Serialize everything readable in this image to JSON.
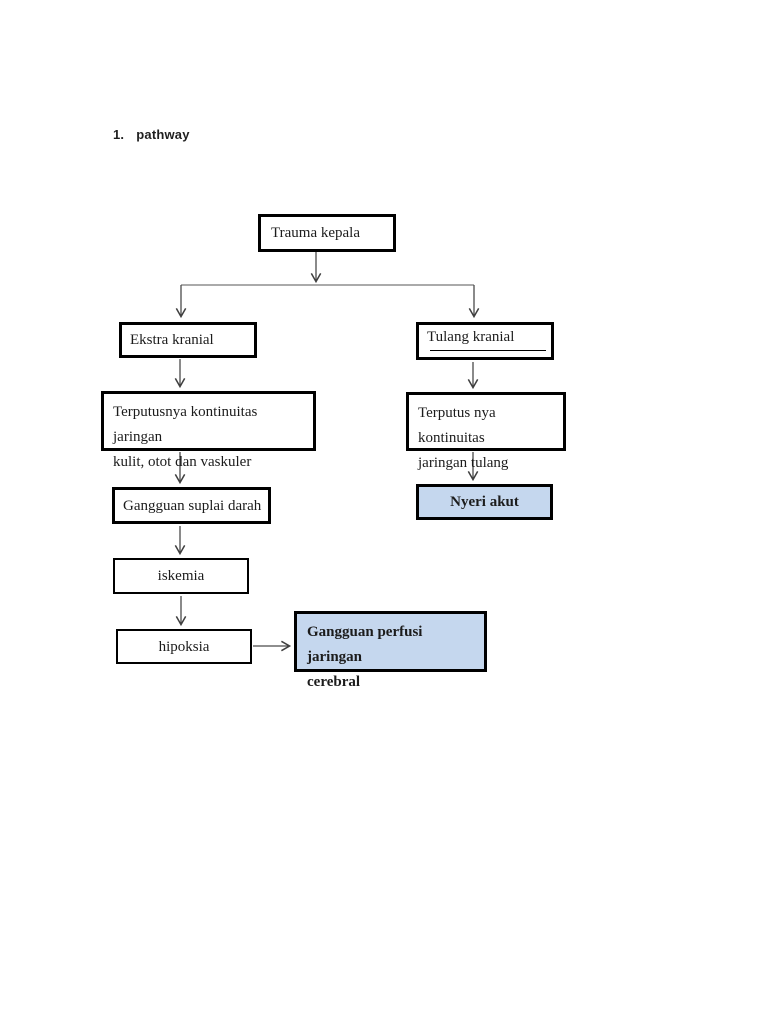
{
  "heading": {
    "number": "1.",
    "label": "pathway"
  },
  "diagram": {
    "title": "pathway",
    "nodes": {
      "trauma": {
        "label": "Trauma kepala",
        "highlighted": false
      },
      "ekstra": {
        "label": "Ekstra kranial",
        "highlighted": false
      },
      "tulang": {
        "label": "Tulang kranial",
        "highlighted": false,
        "has_underline": true
      },
      "terputus_kulit": {
        "lines": [
          "Terputusnya kontinuitas jaringan",
          "kulit, otot dan vaskuler"
        ],
        "highlighted": false
      },
      "terputus_tulang": {
        "lines": [
          "Terputus nya kontinuitas",
          "jaringan tulang"
        ],
        "highlighted": false
      },
      "suplai": {
        "label": "Gangguan suplai darah",
        "highlighted": false
      },
      "nyeri": {
        "label": "Nyeri akut",
        "highlighted": true
      },
      "iskemia": {
        "label": "iskemia",
        "highlighted": false
      },
      "hipoksia": {
        "label": "hipoksia",
        "highlighted": false
      },
      "perfusi": {
        "lines": [
          "Gangguan perfusi jaringan",
          "cerebral"
        ],
        "highlighted": true
      }
    },
    "edges": [
      {
        "from": "trauma",
        "to": "ekstra"
      },
      {
        "from": "trauma",
        "to": "tulang"
      },
      {
        "from": "ekstra",
        "to": "terputus_kulit"
      },
      {
        "from": "terputus_kulit",
        "to": "suplai"
      },
      {
        "from": "suplai",
        "to": "iskemia"
      },
      {
        "from": "iskemia",
        "to": "hipoksia"
      },
      {
        "from": "hipoksia",
        "to": "perfusi"
      },
      {
        "from": "tulang",
        "to": "terputus_tulang"
      },
      {
        "from": "terputus_tulang",
        "to": "nyeri"
      }
    ]
  },
  "colors": {
    "page_background": "#ffffff",
    "box_border": "#000000",
    "highlight_fill": "#c5d7ee",
    "connector": "#4a4a4a"
  }
}
